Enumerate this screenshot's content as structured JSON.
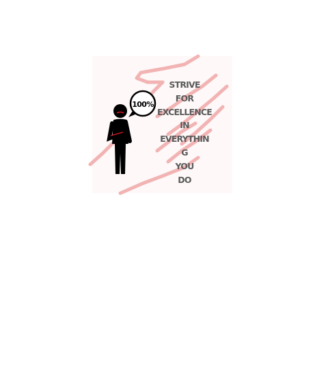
{
  "poster": {
    "motto_lines": [
      "STRIVE",
      "FOR",
      "EXCELLENCE",
      "IN",
      "EVERYTHIN",
      "G",
      "YOU",
      "DO"
    ],
    "badge_text": "100%"
  },
  "colors": {
    "background": "#ffffff",
    "hand_outline": "#f2b3b3",
    "hand_fill": "#fdf1f1",
    "figure": "#000000",
    "accent": "#e11b22",
    "text": "#5a5a5a"
  },
  "icons": {
    "hands": "helping-hands-icon",
    "person": "person-icon",
    "speech_bubble": "speech-bubble-icon"
  }
}
